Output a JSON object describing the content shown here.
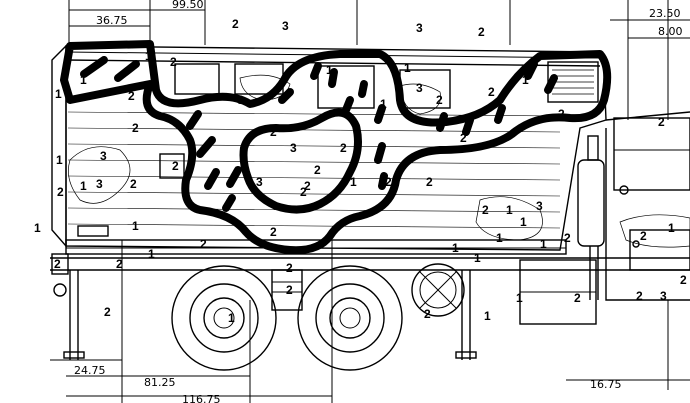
{
  "dimensions": {
    "top": [
      "36.75",
      "99.50",
      "23.50",
      "8.00"
    ],
    "bottom": [
      "24.75",
      "81.25",
      "116.75",
      "16.75"
    ]
  },
  "zone_labels": {
    "one": "1",
    "two": "2",
    "three": "3"
  }
}
